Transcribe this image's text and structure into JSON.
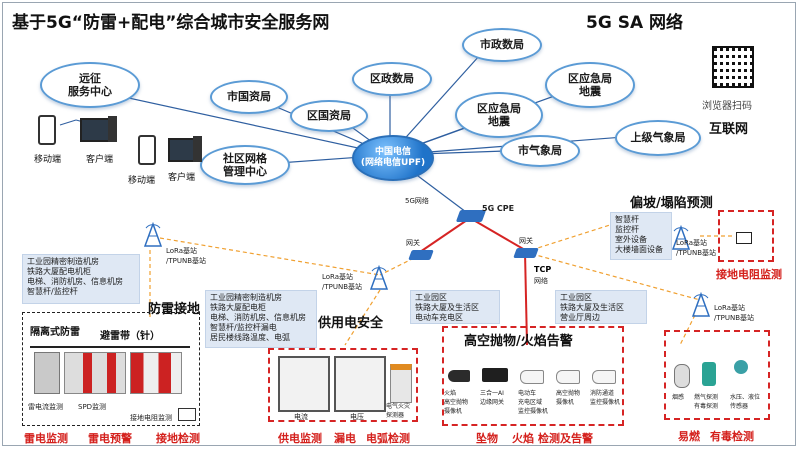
{
  "title": "基于5G“防雷+配电”综合城市安全服务网",
  "subtitle": "5G SA 网络",
  "qr": {
    "caption": "浏览器扫码",
    "brand": "互联网"
  },
  "clouds": {
    "service_center": "远征\n服务中心",
    "city_land": "市国资局",
    "district_gov": "区政数局",
    "city_gov": "市政数局",
    "district_land": "区国资局",
    "district_emergency": "区应急局\n地震",
    "city_emergency": "区应急局\n地震",
    "weather": "市气象局",
    "upper_weather": "上级气象局",
    "community": "社区网格\n管理中心",
    "core": "中国电信\n(网络电信UPF)"
  },
  "devices": {
    "mobile": "移动端",
    "client": "客户端"
  },
  "network": {
    "link_5g": "5G网络",
    "cpe": "5G CPE",
    "gateway_left": "网关",
    "gateway_right": "网关",
    "tcp": "TCP",
    "tcp_sub": "网络"
  },
  "base_stations": {
    "left": "LoRa基站\n/TPUNB基站",
    "center": "LoRa基站\n/TPUNB基站",
    "right": "LoRa基站\n/TPUNB基站",
    "slope": "LoRa基站\n/TPUNB基站"
  },
  "sections": {
    "lightning": "防雷接地",
    "power": "供用电安全",
    "height": "高空抛物/火焰告警",
    "slope": "偏坡/塌陷预测"
  },
  "info_boxes": {
    "left": "工业园精密制造机房\n铁路大厦配电机柜\n电梯、消防机房、信息机房\n智慧杆/监控杆",
    "power": "工业园精密制造机房\n铁路大厦配电柜\n电梯、消防机房、信息机房\n智慧杆/监控杆漏电\n居民楼线路温度、电弧",
    "industrial": "工业园区\n铁路大厦及生活区\n电动车充电区",
    "tcp_area": "工业园区\n铁路大厦及生活区\n营业厅周边",
    "slope": "智慧杆\n监控杆\n室外设备\n大楼墙面设备"
  },
  "lightning_panel": {
    "isolation": "隔离式防雷",
    "arrester": "避雷带（针）",
    "label1": "雷电流监测",
    "label2": "SPD监测",
    "label3": "接地电阻监测"
  },
  "meters": {
    "m1": "电流",
    "m2": "电压",
    "m3": "电气火灾\n探测器"
  },
  "cameras": {
    "c1": "火焰\n高空抛物\n摄像机",
    "c2": "三合一AI\n边缘网关",
    "c3": "电动车\n充电区域\n监控摄像机",
    "c4": "高空抛物\n摄像机",
    "c5": "消防通道\n监控摄像机"
  },
  "gas": {
    "g1": "烟感",
    "g2": "燃气探测\n有毒探测",
    "g3": "水压、液位\n传感器"
  },
  "red_labels": {
    "r1": "雷电监测",
    "r2": "雷电预警",
    "r3": "接地检测",
    "r4": "供电监测",
    "r5": "漏电",
    "r6": "电弧检测",
    "r7": "坠物",
    "r8": "火焰",
    "r9": "检测及告警",
    "r10": "易燃",
    "r11": "有毒检测",
    "r12": "接地电阻监测"
  },
  "colors": {
    "cloud_border": "#5b9bd5",
    "alert_red": "#d62424",
    "core_blue": "#1f73c9",
    "info_bg": "#dfe8f4",
    "orange_link": "#f0a030"
  }
}
